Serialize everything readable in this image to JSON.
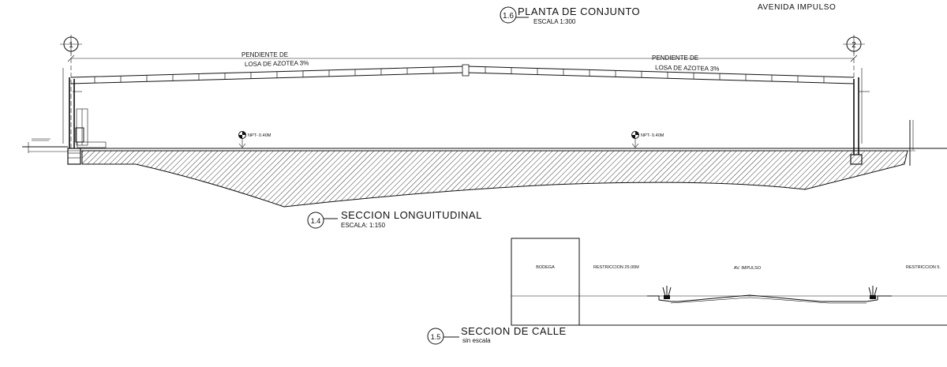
{
  "header": {
    "top_fragment": "",
    "avenue_label": "AVENIDA IMPULSO"
  },
  "plan_title": {
    "number": "1.6",
    "title": "PLANTA DE CONJUNTO",
    "scale": "ESCALA 1:300"
  },
  "long_section": {
    "number": "1.4",
    "title": "SECCION LONGUITUDINAL",
    "scale": "ESCALA: 1:150",
    "axis_left": "1",
    "axis_right": "2",
    "overall_dim": "",
    "slope_left_line1": "PENDIENTE DE",
    "slope_left_line2": "LOSA DE AZOTEA 3%",
    "slope_right_line1": "PENDIENTE DE",
    "slope_right_line2": "LOSA DE AZOTEA 3%",
    "level_left": "NPT- 0.40M",
    "level_right": "NPT- 0.40M"
  },
  "street_section": {
    "number": "1.5",
    "title": "SECCION DE CALLE",
    "scale": "sin escala",
    "bodega": "BODEGA",
    "restriction_left": "RESTRICCION 25.00M",
    "avenue": "AV. IMPULSO",
    "restriction_right": "RESTRICCION 5."
  },
  "colors": {
    "ink": "#111111",
    "paper": "#ffffff"
  }
}
